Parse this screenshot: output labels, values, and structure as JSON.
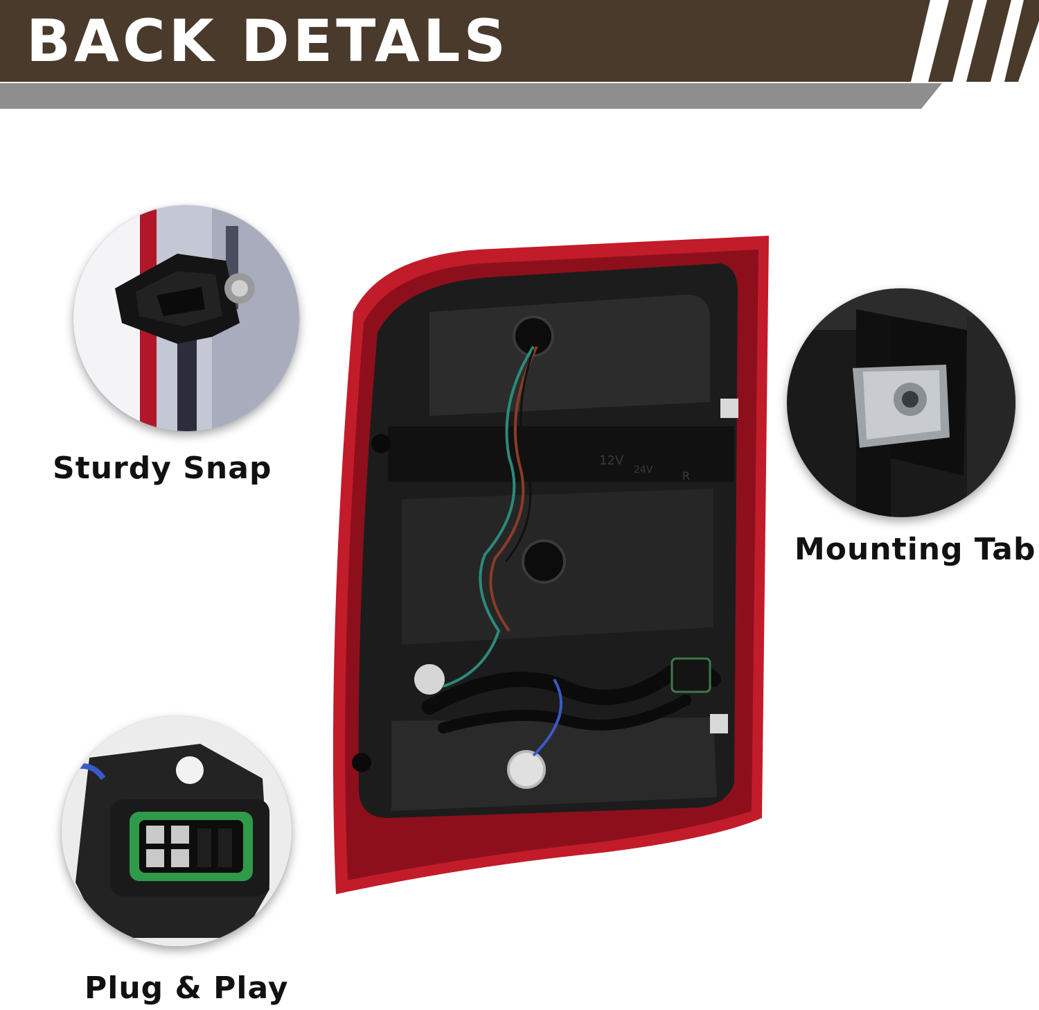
{
  "banner": {
    "title": "BACK DETALS",
    "colors": {
      "dark_band": "#4a3a2b",
      "gray_band": "#8c8c8c"
    }
  },
  "details": [
    {
      "id": "snap",
      "label": "Sturdy Snap",
      "icon": "snap-clip-icon"
    },
    {
      "id": "tab",
      "label": "Mounting Tab",
      "icon": "mounting-tab-icon"
    },
    {
      "id": "plug",
      "label": "Plug & Play",
      "icon": "connector-plug-icon"
    }
  ],
  "product": {
    "housing_color": "#c21c2a",
    "stamp_text_1": "12V",
    "stamp_text_2": "24V",
    "stamp_side": "R"
  }
}
